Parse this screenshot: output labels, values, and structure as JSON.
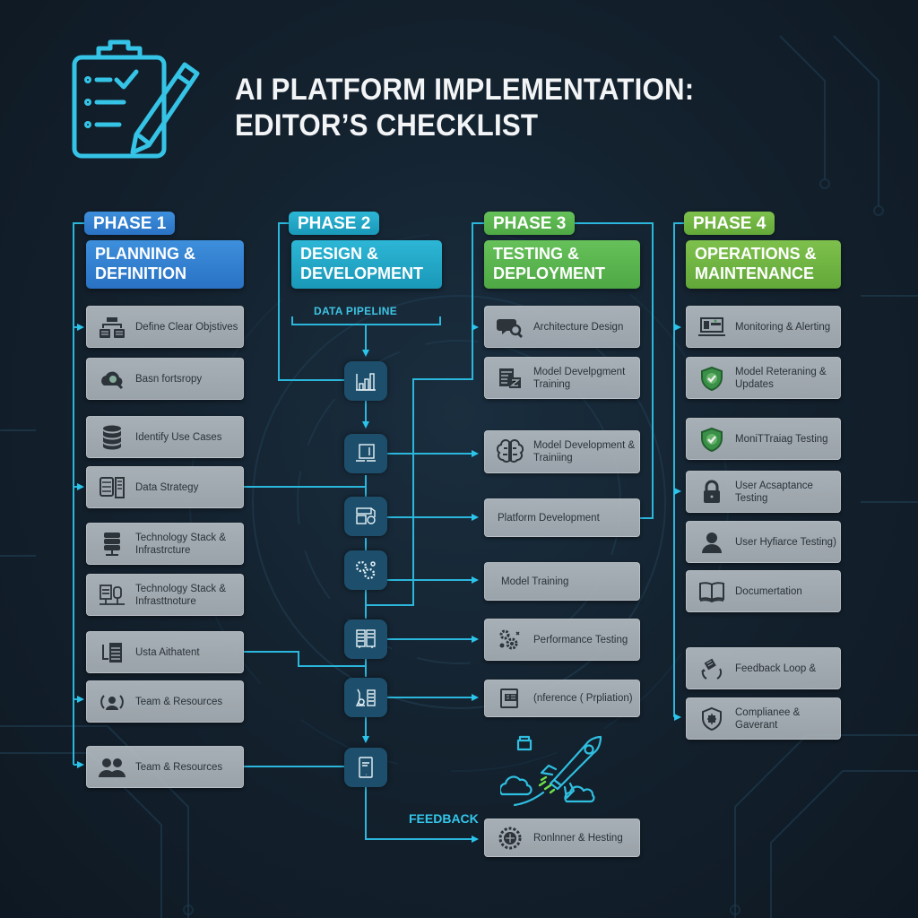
{
  "title": "AI PLATFORM IMPLEMENTATION: EDITOR’S CHECKLIST",
  "title_icon": "clipboard-checklist-pencil-icon",
  "colors": {
    "background": "#14222f",
    "connector": "#2bb7dc",
    "phase1": "#3585d3",
    "phase2": "#22a9c9",
    "phase3": "#5bb64f",
    "phase4": "#71b443",
    "card": "#aab2b9",
    "node": "#1d4f6c"
  },
  "phases": [
    {
      "tag": "PHASE 1",
      "heading": "PLANNING & DEFINITION",
      "items": [
        {
          "label": "Define Clear Objstives",
          "icon": "org-structure-icon"
        },
        {
          "label": "Basn fortsropy",
          "icon": "cloud-search-icon"
        },
        {
          "label": "Identify Use Cases",
          "icon": "database-icon"
        },
        {
          "label": "Data Strategy",
          "icon": "server-rack-icon"
        },
        {
          "label": "Technology Stack & Infrastrcture",
          "icon": "server-stack-icon"
        },
        {
          "label": "Technology Stack & Infrasttnoture",
          "icon": "server-network-icon"
        },
        {
          "label": "Usta Aithatent",
          "icon": "document-list-icon"
        },
        {
          "label": "Team & Resources",
          "icon": "team-cycle-icon"
        },
        {
          "label": "Team & Resources",
          "icon": "people-icon"
        }
      ]
    },
    {
      "tag": "PHASE 2",
      "heading": "DESIGN & DEVELOPMENT",
      "pipeline_label": "DATA PIPELINE",
      "nodes": [
        {
          "icon": "bar-chart-icon"
        },
        {
          "icon": "monitor-code-icon"
        },
        {
          "icon": "dashboard-camera-icon"
        },
        {
          "icon": "gears-icon"
        },
        {
          "icon": "server-racks-icon"
        },
        {
          "icon": "robot-server-icon"
        },
        {
          "icon": "tablet-icon"
        }
      ]
    },
    {
      "tag": "PHASE 3",
      "heading": "TESTING & DEPLOYMENT",
      "items": [
        {
          "label": "Architecture Design",
          "icon": "chat-search-icon"
        },
        {
          "label": "Model Develpgment Training",
          "icon": "document-edit-icon"
        },
        {
          "label": "Model Development & Trainiing",
          "icon": "brain-icon"
        },
        {
          "label": "Platform Development",
          "icon": ""
        },
        {
          "label": "Model Training",
          "icon": ""
        },
        {
          "label": "Performance Testing",
          "icon": "gears-icon"
        },
        {
          "label": "(nference ( Prpliation)",
          "icon": "inference-screen-icon"
        },
        {
          "label": "Ronlnner & Hesting",
          "icon": "globe-gear-icon"
        }
      ],
      "feedback_label": "FEEDBACK",
      "illustration": "rocket-clouds-icon"
    },
    {
      "tag": "PHASE 4",
      "heading": "OPERATIONS & MAINTENANCE",
      "items": [
        {
          "label": "Monitoring & Alerting",
          "icon": "laptop-dashboard-icon"
        },
        {
          "label": "Model Reteraning & Updates",
          "icon": "shield-check-icon"
        },
        {
          "label": "MoniTTraiag Testing",
          "icon": "shield-check-icon"
        },
        {
          "label": "User Acsaptance Testing",
          "icon": "padlock-icon"
        },
        {
          "label": "User Hyfiarce Testing)",
          "icon": "user-icon"
        },
        {
          "label": "Documertation",
          "icon": "open-book-icon"
        },
        {
          "label": "Feedback Loop &",
          "icon": "gavel-cycle-icon"
        },
        {
          "label": "Complianee & Gaverant",
          "icon": "shield-emblem-icon"
        }
      ]
    }
  ]
}
